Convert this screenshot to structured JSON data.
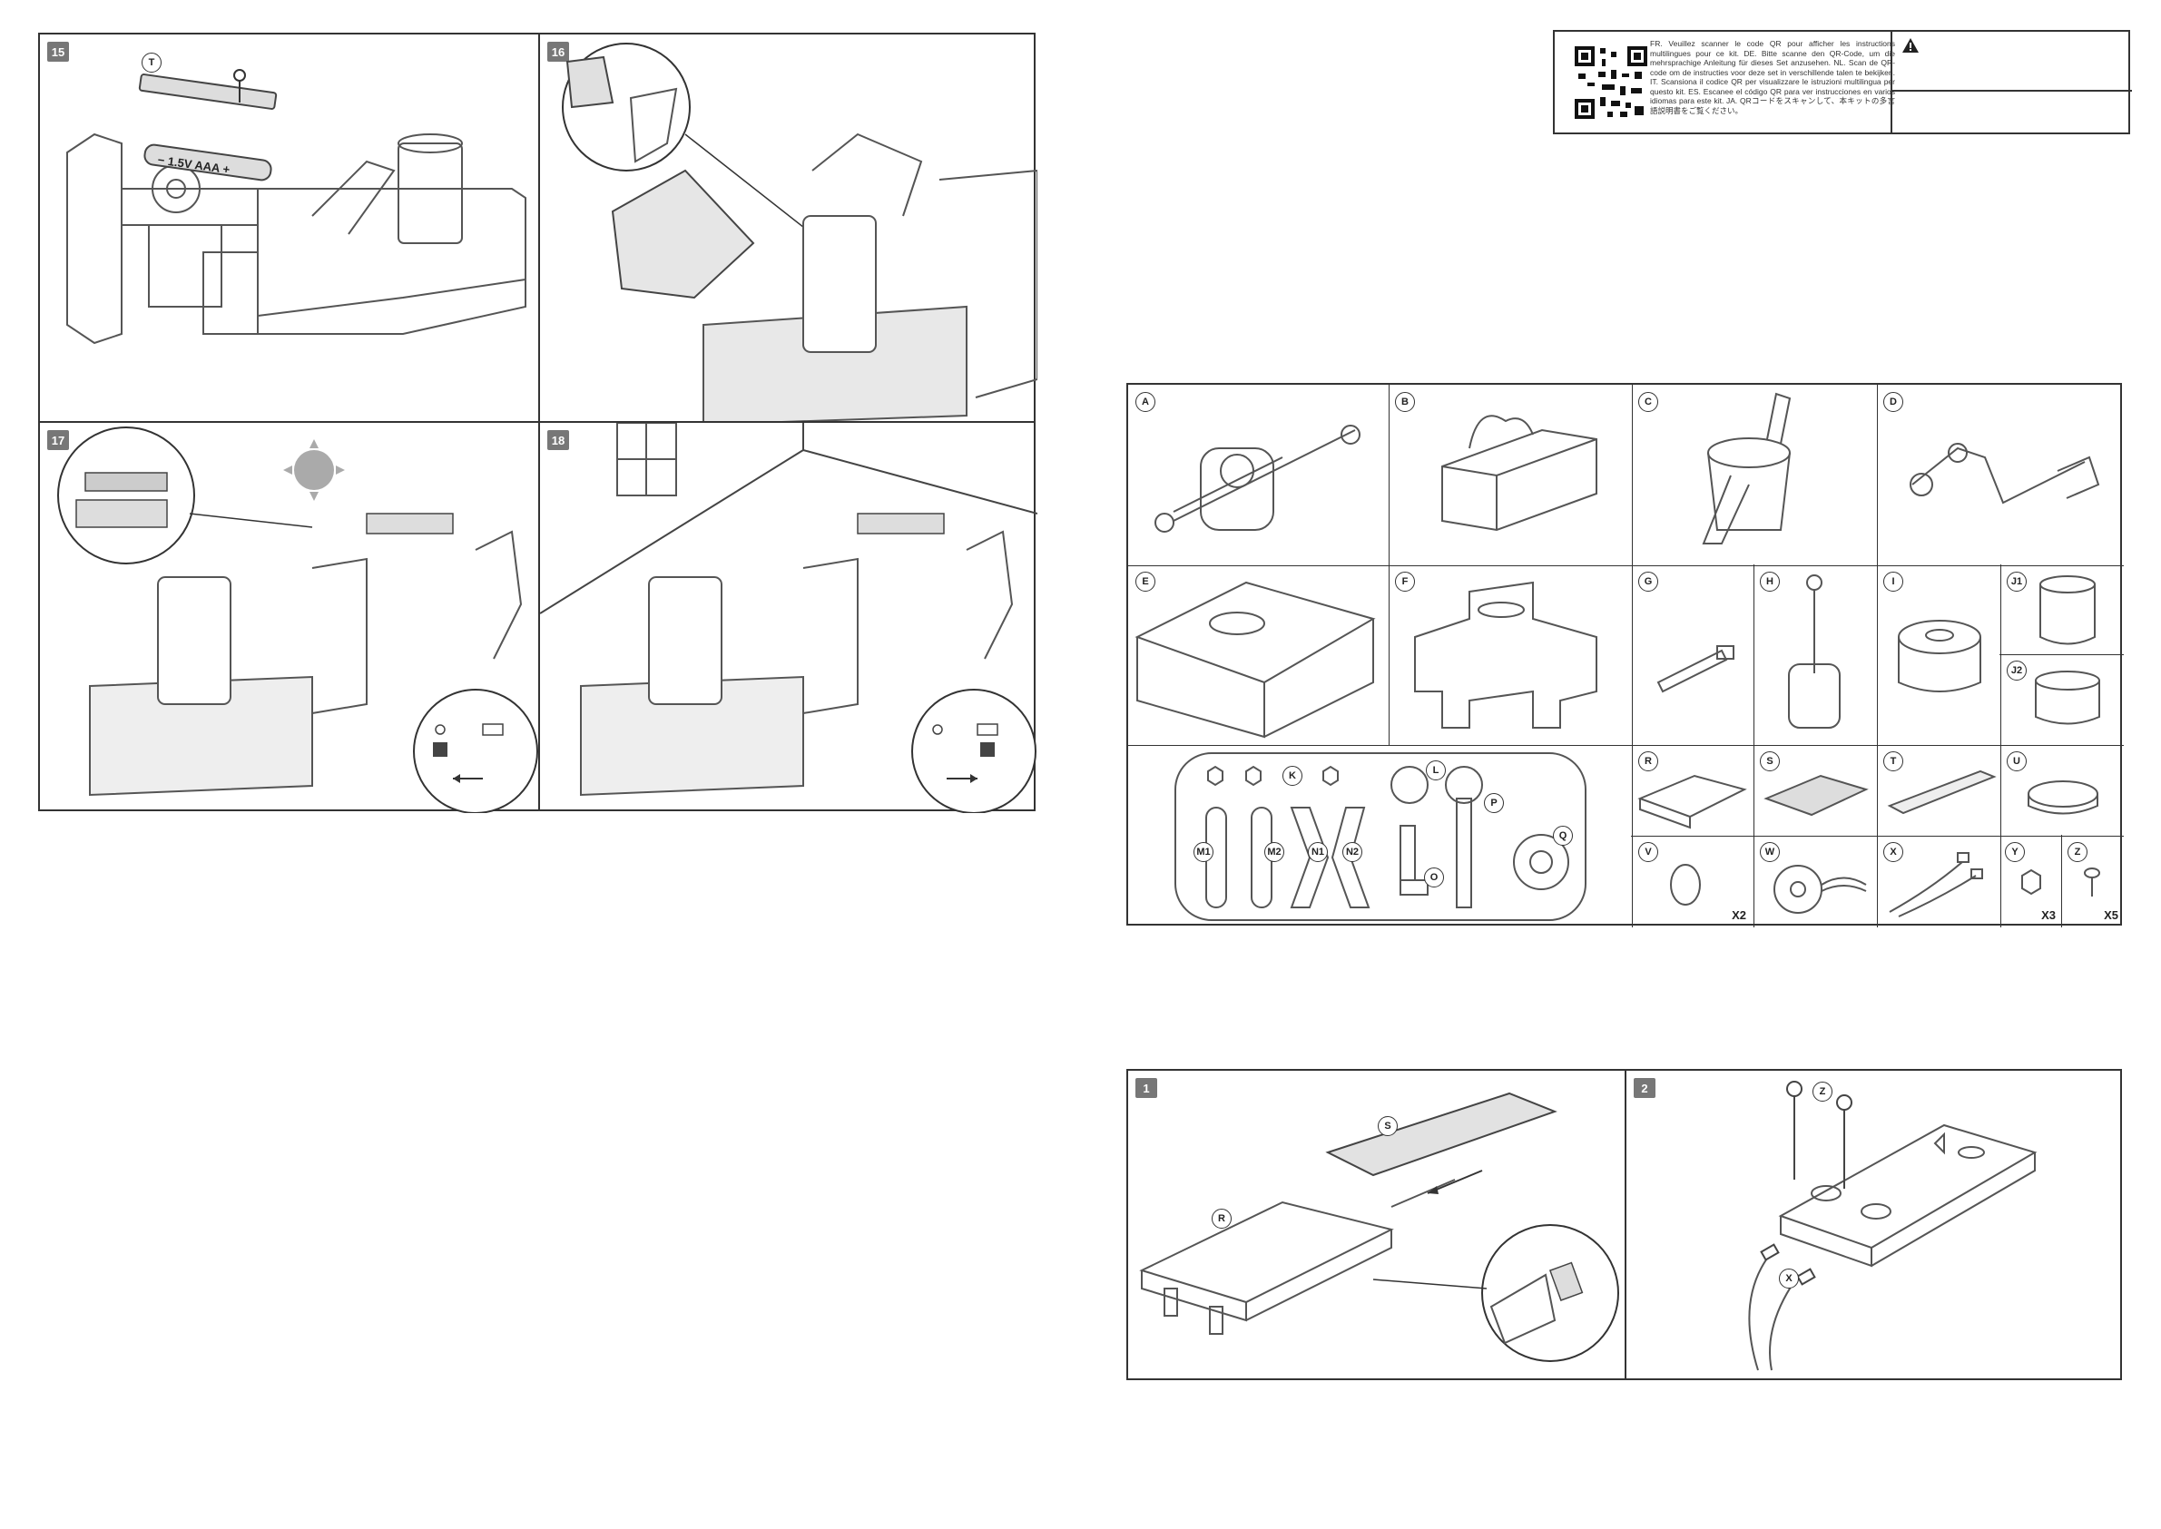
{
  "steps": [
    {
      "num": "15",
      "part": "T",
      "battery_label": "− 1.5V AAA +"
    },
    {
      "num": "16"
    },
    {
      "num": "17"
    },
    {
      "num": "18"
    },
    {
      "num": "1",
      "parts": [
        "S",
        "R"
      ]
    },
    {
      "num": "2",
      "parts": [
        "Z",
        "X"
      ]
    }
  ],
  "multilingual": {
    "text": "FR. Veuillez scanner le code QR pour afficher les instructions multilingues pour ce kit. DE. Bitte scanne den QR-Code, um die mehrsprachige Anleitung für dieses Set anzusehen. NL. Scan de QR-code om de instructies voor deze set in verschillende talen te bekijken. IT. Scansiona il codice QR per visualizzare le istruzioni multilingua per questo kit. ES. Escanee el código QR para ver instrucciones en varios idiomas para este kit. JA. QRコードをスキャンして、本キットの多言語説明書をご覧ください。",
    "warning_icon": "warning-triangle-icon"
  },
  "parts": {
    "A": "A",
    "B": "B",
    "C": "C",
    "D": "D",
    "E": "E",
    "F": "F",
    "G": "G",
    "H": "H",
    "I": "I",
    "J1": "J1",
    "J2": "J2",
    "K": "K",
    "L": "L",
    "M1": "M1",
    "M2": "M2",
    "N1": "N1",
    "N2": "N2",
    "O": "O",
    "P": "P",
    "Q": "Q",
    "R": "R",
    "S": "S",
    "T": "T",
    "U": "U",
    "V": "V",
    "W": "W",
    "X": "X",
    "Y": "Y",
    "Z": "Z"
  },
  "quantities": {
    "V": "X2",
    "Y": "X3",
    "Z": "X5"
  }
}
